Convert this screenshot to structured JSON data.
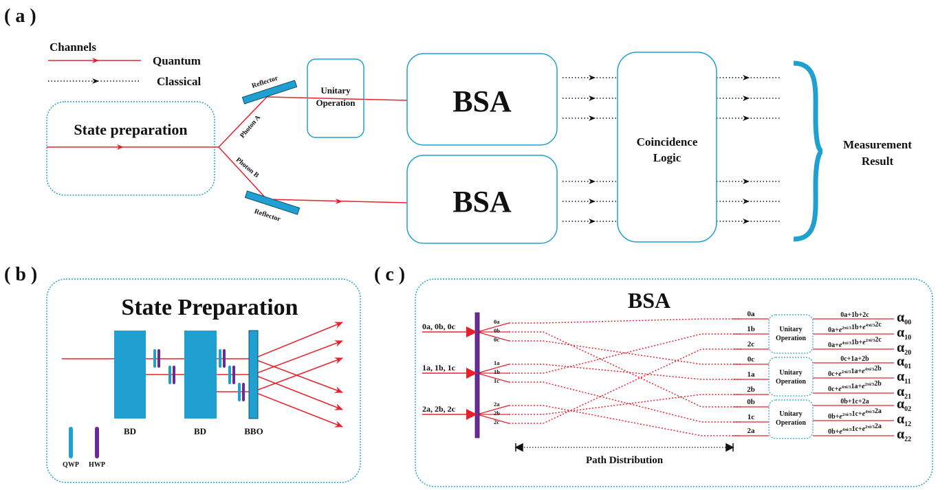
{
  "panel_a": {
    "label": "( a )",
    "legend": {
      "title": "Channels",
      "quantum": "Quantum",
      "classical": "Classical"
    },
    "state_prep": "State preparation",
    "reflector_top": "Reflector",
    "reflector_bottom": "Reflector",
    "photon_a": "Photon A",
    "photon_b": "Photon B",
    "unitary": [
      "Unitary",
      "Operation"
    ],
    "bsa_top": "BSA",
    "bsa_bottom": "BSA",
    "coincidence": [
      "Coincidence",
      "Logic"
    ],
    "measurement": [
      "Measurement",
      "Result"
    ]
  },
  "panel_b": {
    "label": "( b )",
    "title": "State Preparation",
    "bd1": "BD",
    "bd2": "BD",
    "bbo": "BBO",
    "qwp": "QWP",
    "hwp": "HWP"
  },
  "panel_c": {
    "label": "( c )",
    "title": "BSA",
    "inputs": [
      "0a, 0b, 0c",
      "1a, 1b, 1c",
      "2a, 2b, 2c"
    ],
    "left_sub": [
      [
        "0a",
        "0b",
        "0c"
      ],
      [
        "1a",
        "1b",
        "1c"
      ],
      [
        "2a",
        "2b",
        "2c"
      ]
    ],
    "right_ports": [
      "0a",
      "1b",
      "2c",
      "0c",
      "1a",
      "2b",
      "0b",
      "1c",
      "2a"
    ],
    "unitary": [
      "Unitary",
      "Operation"
    ],
    "outputs": [
      "0a+1b+2c",
      "0a+e^{2πi/3}1b+e^{4πi/3}2c",
      "0a+e^{4πi/3}1b+e^{2πi/3}2c",
      "0c+1a+2b",
      "0c+e^{2πi/3}1a+e^{4πi/3}2b",
      "0c+e^{4πi/3}1a+e^{2πi/3}2b",
      "0b+1c+2a",
      "0b+e^{2πi/3}1c+e^{4πi/3}2a",
      "0b+e^{4πi/3}1c+e^{2πi/3}2a"
    ],
    "alphas": [
      "00",
      "10",
      "20",
      "01",
      "11",
      "21",
      "02",
      "12",
      "22"
    ],
    "alpha_symbol": "α",
    "path_distribution": "Path  Distribution"
  },
  "colors": {
    "beam": "#e8202a",
    "box": "#1fa0d0",
    "hwp": "#6a2a9a",
    "qwp": "#1fa0d0"
  }
}
